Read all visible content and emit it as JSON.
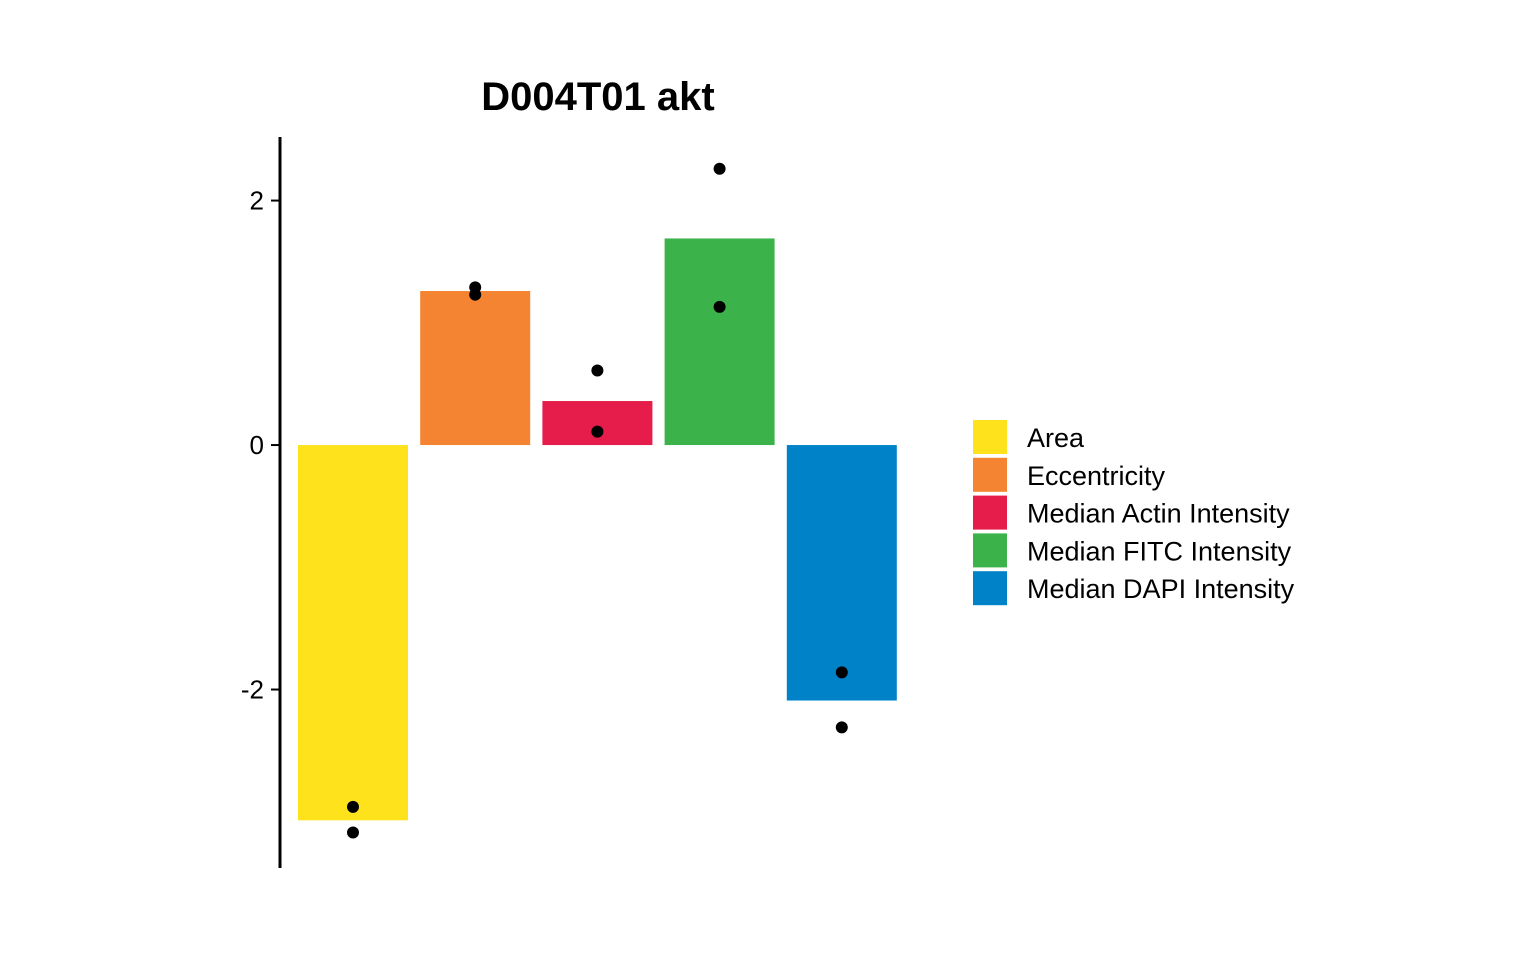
{
  "chart_data": {
    "type": "bar",
    "title": "D004T01 akt",
    "xlabel": "",
    "ylabel": "",
    "categories": [
      "Area",
      "Eccentricity",
      "Median Actin Intensity",
      "Median FITC Intensity",
      "Median DAPI Intensity"
    ],
    "values": [
      -3.07,
      1.26,
      0.36,
      1.69,
      -2.09
    ],
    "colors": [
      "#FDE21C",
      "#F48432",
      "#E61C4B",
      "#3CB34A",
      "#0082C8"
    ],
    "points": [
      [
        -2.96,
        -3.17
      ],
      [
        1.29,
        1.23
      ],
      [
        0.61,
        0.11
      ],
      [
        2.26,
        1.13
      ],
      [
        -1.86,
        -2.31
      ]
    ],
    "point_color": "#000000",
    "ylim": [
      -3.46,
      2.52
    ],
    "yticks": [
      2,
      0,
      -2
    ],
    "ytick_labels": [
      "2",
      "0",
      "-2"
    ],
    "grid": false,
    "legend": {
      "position": "right",
      "entries": [
        "Area",
        "Eccentricity",
        "Median Actin Intensity",
        "Median FITC Intensity",
        "Median DAPI Intensity"
      ]
    }
  }
}
